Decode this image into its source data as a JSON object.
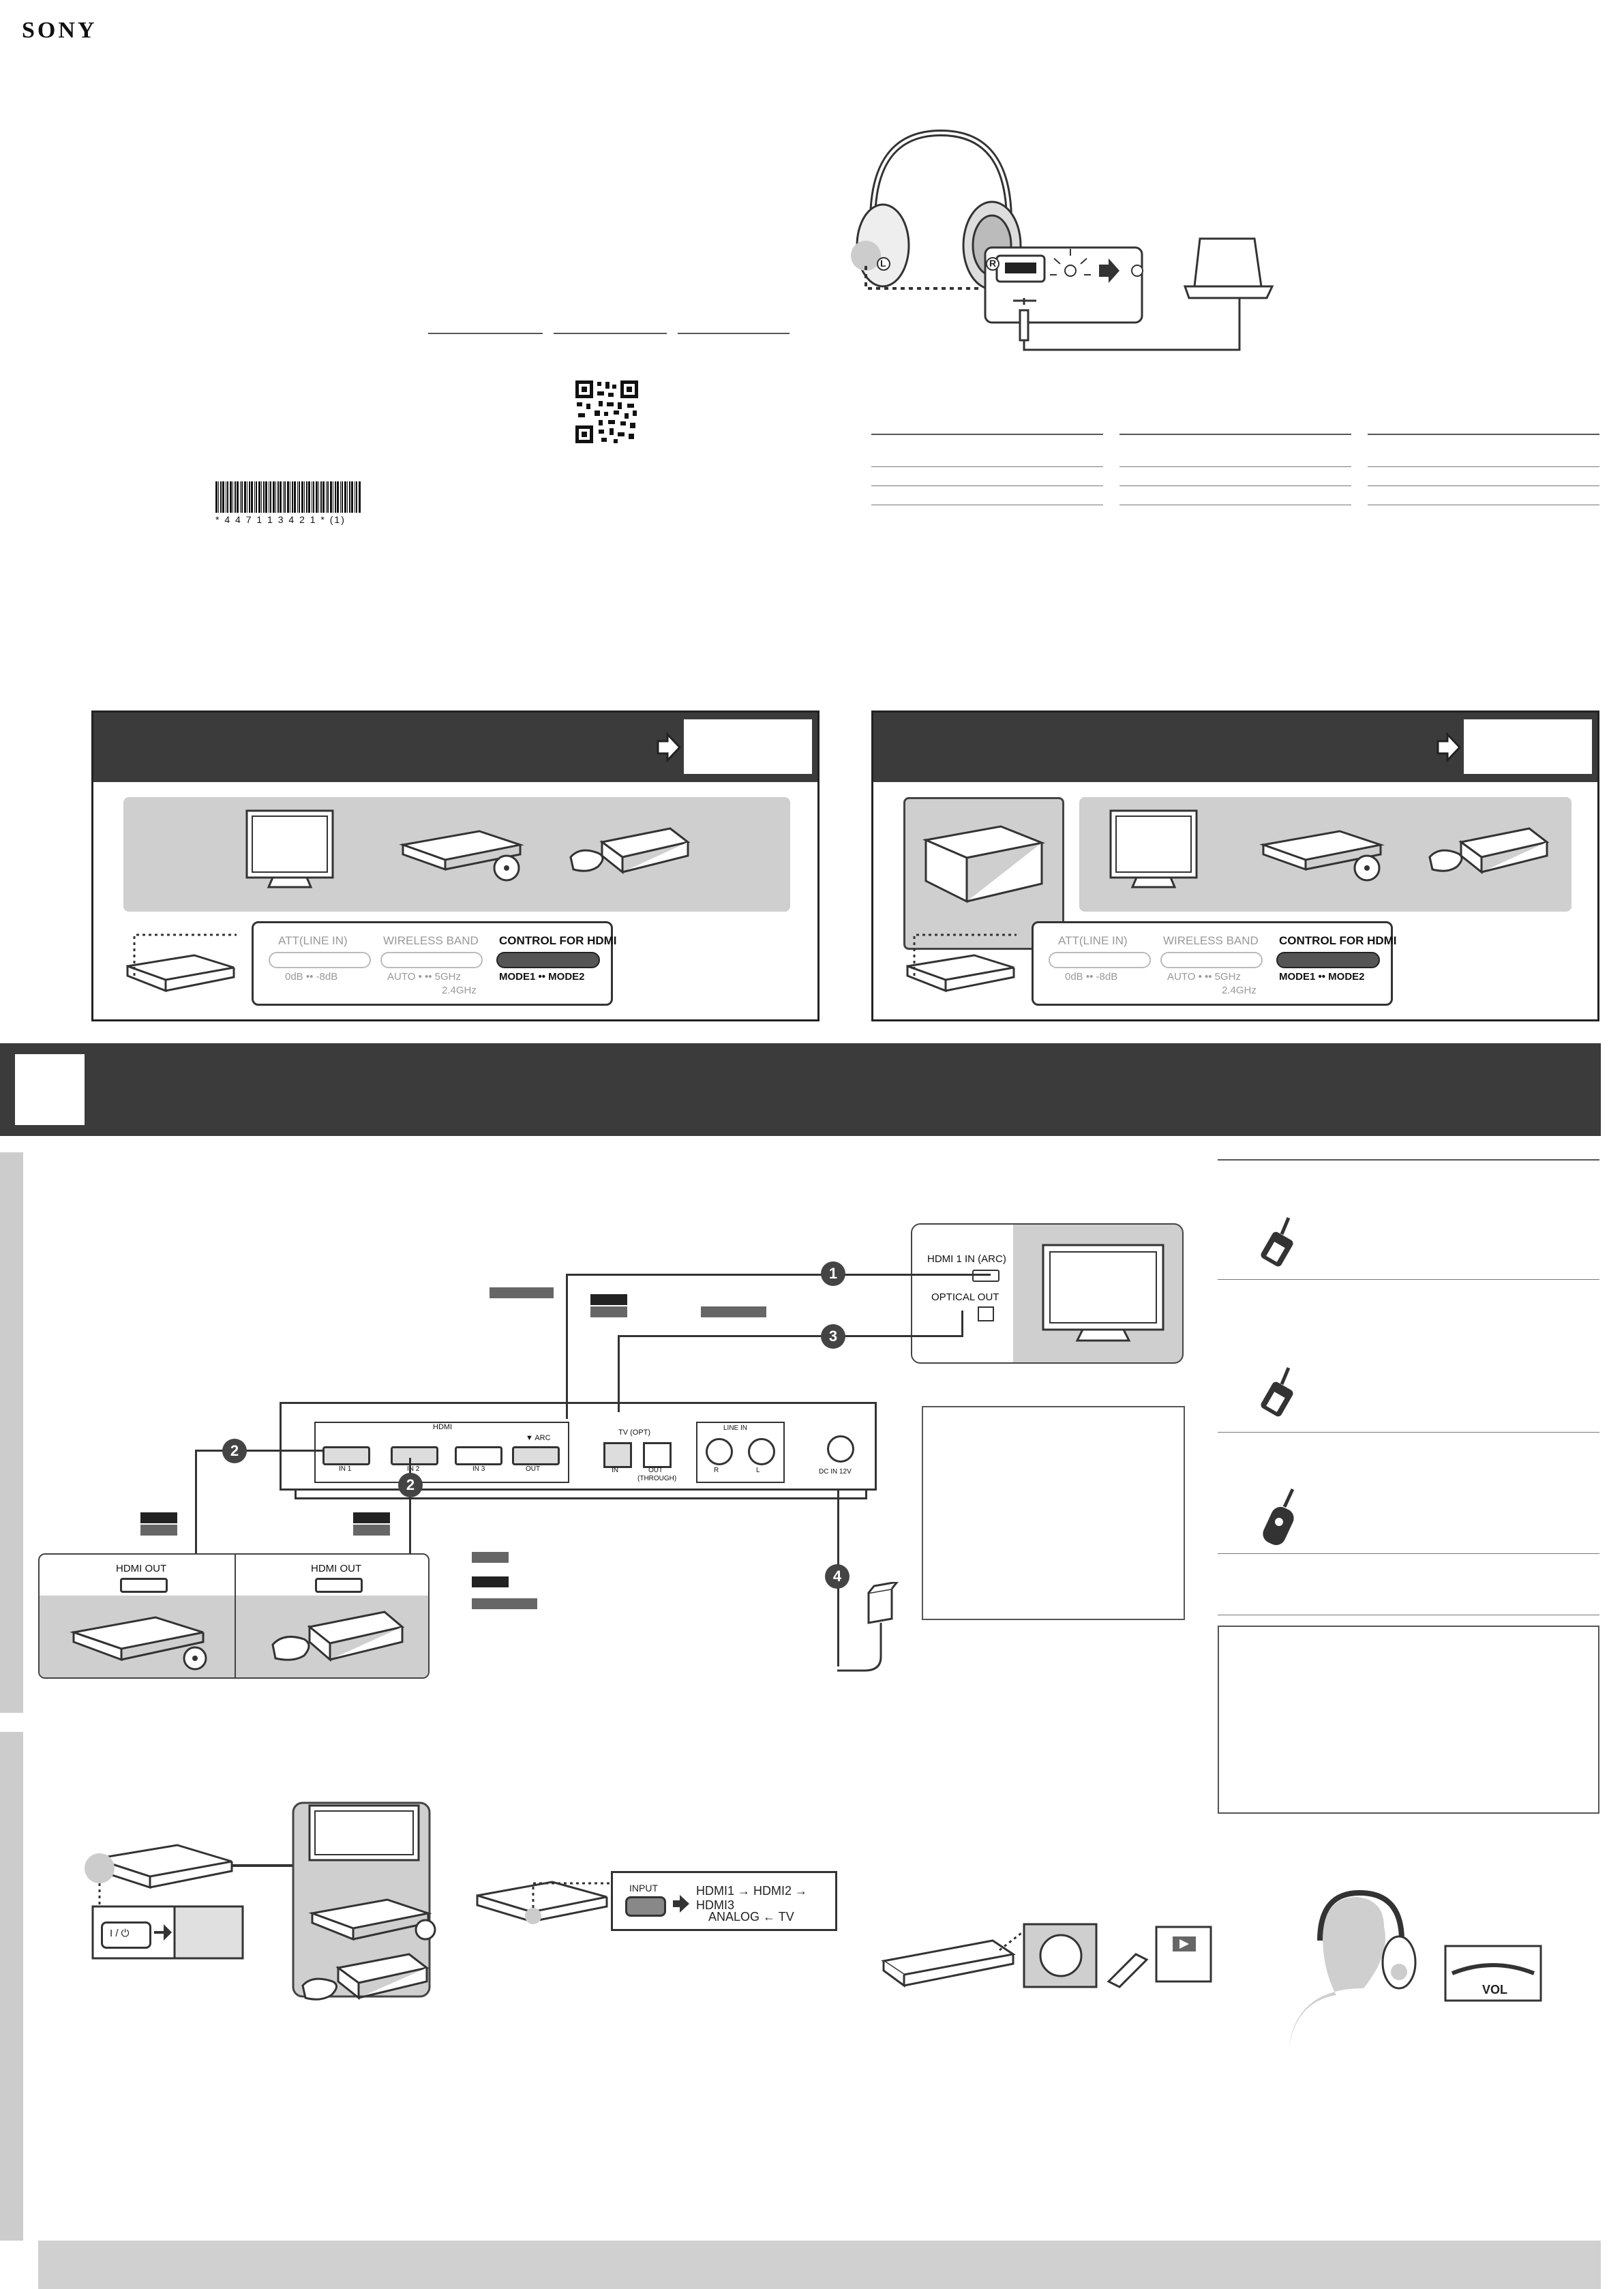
{
  "brand": {
    "logo": "SONY"
  },
  "barcode": {
    "digits": "* 4 4 7 1 1 3 4 2 1 * (1)"
  },
  "charge_diagram": {
    "left_mark": "L",
    "right_mark": "R"
  },
  "panel_left": {
    "switch": {
      "att_label": "ATT(LINE IN)",
      "att_values": "0dB •• -8dB",
      "band_label": "WIRELESS BAND",
      "band_values": "AUTO • •• 5GHz",
      "band_sub": "2.4GHz",
      "hdmi_label": "CONTROL FOR HDMI",
      "hdmi_values": "MODE1 •• MODE2"
    }
  },
  "panel_right": {
    "switch": {
      "att_label": "ATT(LINE IN)",
      "att_values": "0dB •• -8dB",
      "band_label": "WIRELESS BAND",
      "band_values": "AUTO • •• 5GHz",
      "band_sub": "2.4GHz",
      "hdmi_label": "CONTROL FOR HDMI",
      "hdmi_values": "MODE1 •• MODE2"
    }
  },
  "connection": {
    "tv_ports": {
      "hdmi": "HDMI 1 IN (ARC)",
      "optical": "OPTICAL OUT"
    },
    "rear_panel": {
      "hdmi": "HDMI",
      "in1": "IN 1",
      "in2": "IN 2",
      "in3": "IN 3",
      "arc": "▼ ARC",
      "out": "OUT",
      "tv_opt": "TV (OPT)",
      "opt_in": "IN",
      "opt_out": "OUT",
      "through": "(THROUGH)",
      "line_in": "LINE IN",
      "r": "R",
      "l": "L",
      "dc": "DC IN 12V"
    },
    "source_ports": {
      "player": "HDMI OUT",
      "console": "HDMI OUT"
    },
    "steps": [
      "1",
      "2",
      "2",
      "3",
      "4"
    ]
  },
  "operation": {
    "power_symbol": "I / ⏻",
    "input_button": "INPUT",
    "input_cycle": "HDMI1 → HDMI2 → HDMI3",
    "input_return": "ANALOG ← TV",
    "vol": "VOL"
  },
  "colors": {
    "band": "#3b3b3b",
    "panel_fill": "#cfcfcf",
    "side": "#cccccc"
  }
}
